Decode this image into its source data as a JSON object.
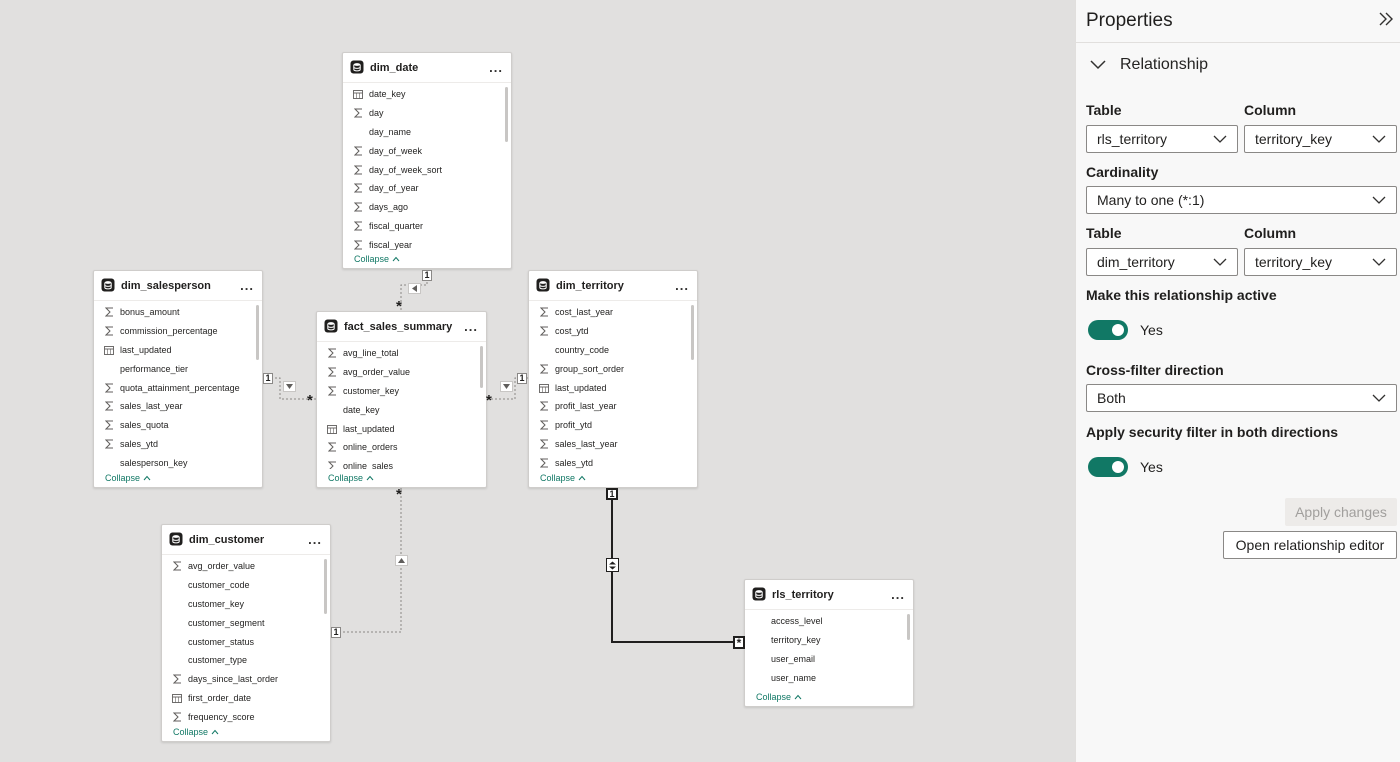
{
  "diagram": {
    "tables": {
      "dim_date": {
        "name": "dim_date",
        "more": "...",
        "fields": [
          {
            "name": "date_key",
            "icon": "calendar-icon"
          },
          {
            "name": "day",
            "icon": "sigma-icon"
          },
          {
            "name": "day_name",
            "icon": ""
          },
          {
            "name": "day_of_week",
            "icon": "sigma-icon"
          },
          {
            "name": "day_of_week_sort",
            "icon": "sigma-icon"
          },
          {
            "name": "day_of_year",
            "icon": "sigma-icon"
          },
          {
            "name": "days_ago",
            "icon": "sigma-icon"
          },
          {
            "name": "fiscal_quarter",
            "icon": "sigma-icon"
          },
          {
            "name": "fiscal_year",
            "icon": "sigma-icon"
          }
        ],
        "collapse": "Collapse"
      },
      "dim_salesperson": {
        "name": "dim_salesperson",
        "more": "...",
        "fields": [
          {
            "name": "bonus_amount",
            "icon": "sigma-icon"
          },
          {
            "name": "commission_percentage",
            "icon": "sigma-icon"
          },
          {
            "name": "last_updated",
            "icon": "calendar-icon"
          },
          {
            "name": "performance_tier",
            "icon": ""
          },
          {
            "name": "quota_attainment_percentage",
            "icon": "sigma-icon"
          },
          {
            "name": "sales_last_year",
            "icon": "sigma-icon"
          },
          {
            "name": "sales_quota",
            "icon": "sigma-icon"
          },
          {
            "name": "sales_ytd",
            "icon": "sigma-icon"
          },
          {
            "name": "salesperson_key",
            "icon": ""
          }
        ],
        "collapse": "Collapse"
      },
      "fact_sales_summary": {
        "name": "fact_sales_summary",
        "more": "...",
        "fields": [
          {
            "name": "avg_line_total",
            "icon": "sigma-icon"
          },
          {
            "name": "avg_order_value",
            "icon": "sigma-icon"
          },
          {
            "name": "customer_key",
            "icon": "sigma-icon"
          },
          {
            "name": "date_key",
            "icon": ""
          },
          {
            "name": "last_updated",
            "icon": "calendar-icon"
          },
          {
            "name": "online_orders",
            "icon": "sigma-icon"
          },
          {
            "name": "online_sales",
            "icon": "sigma-icon"
          }
        ],
        "collapse": "Collapse"
      },
      "dim_territory": {
        "name": "dim_territory",
        "more": "...",
        "fields": [
          {
            "name": "cost_last_year",
            "icon": "sigma-icon"
          },
          {
            "name": "cost_ytd",
            "icon": "sigma-icon"
          },
          {
            "name": "country_code",
            "icon": ""
          },
          {
            "name": "group_sort_order",
            "icon": "sigma-icon"
          },
          {
            "name": "last_updated",
            "icon": "calendar-icon"
          },
          {
            "name": "profit_last_year",
            "icon": "sigma-icon"
          },
          {
            "name": "profit_ytd",
            "icon": "sigma-icon"
          },
          {
            "name": "sales_last_year",
            "icon": "sigma-icon"
          },
          {
            "name": "sales_ytd",
            "icon": "sigma-icon"
          }
        ],
        "collapse": "Collapse"
      },
      "dim_customer": {
        "name": "dim_customer",
        "more": "...",
        "fields": [
          {
            "name": "avg_order_value",
            "icon": "sigma-icon"
          },
          {
            "name": "customer_code",
            "icon": ""
          },
          {
            "name": "customer_key",
            "icon": ""
          },
          {
            "name": "customer_segment",
            "icon": ""
          },
          {
            "name": "customer_status",
            "icon": ""
          },
          {
            "name": "customer_type",
            "icon": ""
          },
          {
            "name": "days_since_last_order",
            "icon": "sigma-icon"
          },
          {
            "name": "first_order_date",
            "icon": "calendar-icon"
          },
          {
            "name": "frequency_score",
            "icon": "sigma-icon"
          }
        ],
        "collapse": "Collapse"
      },
      "rls_territory": {
        "name": "rls_territory",
        "more": "...",
        "fields": [
          {
            "name": "access_level",
            "icon": ""
          },
          {
            "name": "territory_key",
            "icon": ""
          },
          {
            "name": "user_email",
            "icon": ""
          },
          {
            "name": "user_name",
            "icon": ""
          }
        ],
        "collapse": "Collapse"
      }
    },
    "cardinality_marks": {
      "one": "1",
      "many": "*"
    }
  },
  "properties": {
    "title": "Properties",
    "section": "Relationship",
    "table1_label": "Table",
    "column1_label": "Column",
    "table1_value": "rls_territory",
    "column1_value": "territory_key",
    "cardinality_label": "Cardinality",
    "cardinality_value": "Many to one (*:1)",
    "table2_label": "Table",
    "column2_label": "Column",
    "table2_value": "dim_territory",
    "column2_value": "territory_key",
    "active_label": "Make this relationship active",
    "active_value": "Yes",
    "crossfilter_label": "Cross-filter direction",
    "crossfilter_value": "Both",
    "security_label": "Apply security filter in both directions",
    "security_value": "Yes",
    "apply_button": "Apply changes",
    "editor_button": "Open relationship editor"
  },
  "colors": {
    "accent": "#117865",
    "canvas": "#e1e0df",
    "panel": "#f8f8f8"
  }
}
